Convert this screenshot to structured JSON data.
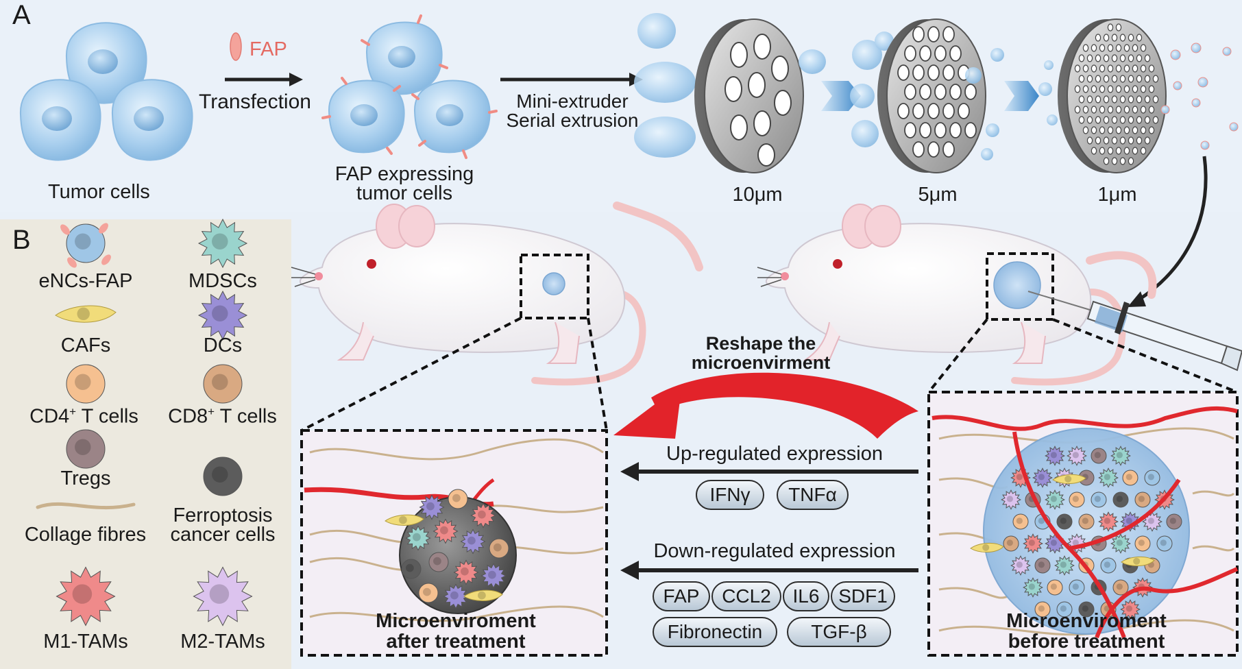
{
  "panels": {
    "a": "A",
    "b": "B"
  },
  "panel_a": {
    "fap_legend": "FAP",
    "transfection": "Transfection",
    "tumor_cells": "Tumor cells",
    "fap_expressing_line1": "FAP expressing",
    "fap_expressing_line2": "tumor cells",
    "extruder_line1": "Mini-extruder",
    "extruder_line2": "Serial extrusion",
    "pore_sizes": [
      "10μm",
      "5μm",
      "1μm"
    ]
  },
  "legend": {
    "items": [
      {
        "label": "eNCs-FAP",
        "icon": "encs-fap-icon",
        "color": "#9fc6e6"
      },
      {
        "label": "MDSCs",
        "icon": "mdsc-icon",
        "color": "#9ad4cd"
      },
      {
        "label": "CAFs",
        "icon": "caf-icon",
        "color": "#f1dc7a"
      },
      {
        "label": "DCs",
        "icon": "dc-icon",
        "color": "#9a8fd6"
      },
      {
        "label": "CD4",
        "sup": "+",
        "suffix": " T cells",
        "icon": "cd4-t-cell-icon",
        "color": "#f5c090"
      },
      {
        "label": "CD8",
        "sup": "+",
        "suffix": " T cells",
        "icon": "cd8-t-cell-icon",
        "color": "#d9a982"
      },
      {
        "label": "Tregs",
        "icon": "treg-icon",
        "color": "#9b8487"
      },
      {
        "label": "Ferroptosis",
        "label2": "cancer cells",
        "icon": "ferroptosis-cancer-cell-icon",
        "color": "#5c5c5c"
      },
      {
        "label": "Collage fibres",
        "icon": "collagen-fibre-icon",
        "color": "#c9b18d"
      },
      {
        "label": "M1-TAMs",
        "icon": "m1-tam-icon",
        "color": "#ef8a8a"
      },
      {
        "label": "M2-TAMs",
        "icon": "m2-tam-icon",
        "color": "#dcc3ee"
      }
    ]
  },
  "panel_b": {
    "reshape_line1": "Reshape the",
    "reshape_line2": "microenvirment",
    "up_regulated": "Up-regulated expression",
    "up_markers": [
      "IFNγ",
      "TNFα"
    ],
    "down_regulated": "Down-regulated expression",
    "down_markers_row1": [
      "FAP",
      "CCL2",
      "IL6",
      "SDF1"
    ],
    "down_markers_row2": [
      "Fibronectin",
      "TGF-β"
    ],
    "after_line1": "Microenviroment",
    "after_line2": "after treatment",
    "before_line1": "Microenviroment",
    "before_line2": "before treatment"
  },
  "colors": {
    "background": "#e9f0f8",
    "legend_bg": "#ece9df",
    "vessel": "#e0282e",
    "tumor_cell": "#a9cfee",
    "fap": "#f08c84",
    "arrow_red": "#e2232a"
  }
}
